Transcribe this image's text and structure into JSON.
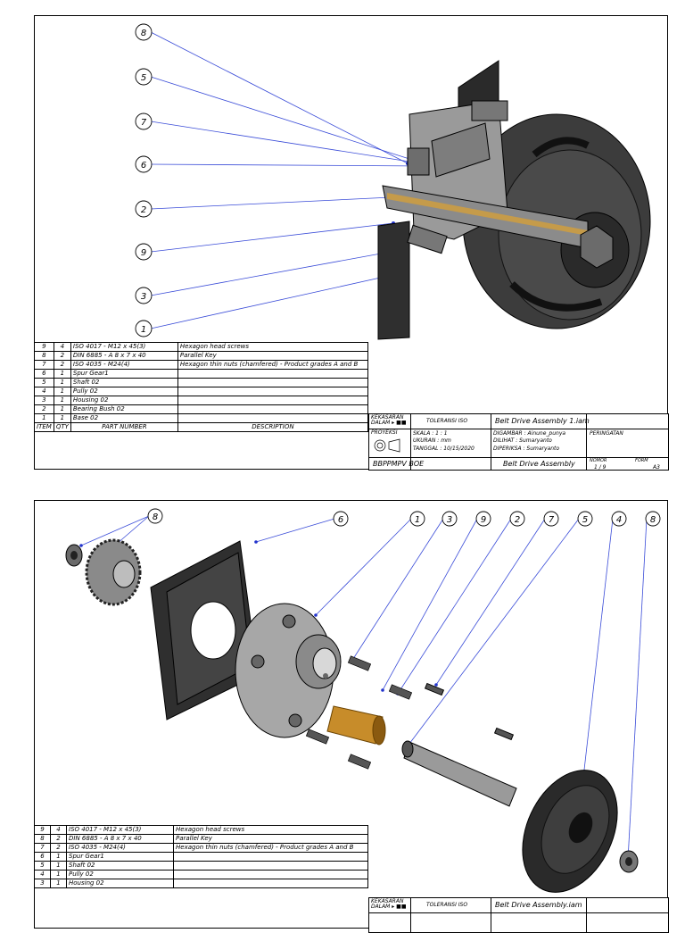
{
  "sheet1": {
    "balloons": [
      "8",
      "5",
      "7",
      "6",
      "2",
      "9",
      "3",
      "1"
    ],
    "bom": {
      "rows": [
        {
          "item": "9",
          "qty": "4",
          "part": "ISO 4017 - M12 x 45(3)",
          "desc": "Hexagon head screws"
        },
        {
          "item": "8",
          "qty": "2",
          "part": "DIN 6885 - A 8 x 7 x 40",
          "desc": "Parallel Key"
        },
        {
          "item": "7",
          "qty": "2",
          "part": "ISO 4035 - M24(4)",
          "desc": "Hexagon thin nuts (chamfered) - Product grades A and B"
        },
        {
          "item": "6",
          "qty": "1",
          "part": "Spur Gear1",
          "desc": ""
        },
        {
          "item": "5",
          "qty": "1",
          "part": "Shaft 02",
          "desc": ""
        },
        {
          "item": "4",
          "qty": "1",
          "part": "Pully 02",
          "desc": ""
        },
        {
          "item": "3",
          "qty": "1",
          "part": "Housing 02",
          "desc": ""
        },
        {
          "item": "2",
          "qty": "1",
          "part": "Bearing Bush 02",
          "desc": ""
        },
        {
          "item": "1",
          "qty": "1",
          "part": "Base 02",
          "desc": ""
        }
      ],
      "header": {
        "item": "ITEM",
        "qty": "QTY",
        "part": "PART NUMBER",
        "desc": "DESCRIPTION"
      }
    },
    "title_block": {
      "kekasaran": "KEKASARAN DALAM ▸ ■■",
      "toleransi": "TOLERANSI ISO",
      "file": "Belt Drive Assembly 1.iam",
      "proyeksi": "PROYEKSI",
      "skala": "SKALA : 1 : 1",
      "ukuran": "UKURAN : mm",
      "tanggal": "TANGGAL : 10/15/2020",
      "digambar": "DIGAMBAR : Ainune_punya",
      "dilihat": "DILIHAT : Sumaryanto",
      "diperiksa": "DIPERIKSA : Sumaryanto",
      "peringatan": "PERINGATAN",
      "org": "BBPPMPV BOE",
      "title": "Belt Drive Assembly",
      "nomor_label": "NOMOR",
      "nomor": "1 / 9",
      "form_label": "FORM",
      "form": "A3"
    }
  },
  "sheet2": {
    "balloons": [
      "8",
      "6",
      "1",
      "3",
      "9",
      "2",
      "7",
      "5",
      "4",
      "8"
    ],
    "bom": {
      "rows": [
        {
          "item": "9",
          "qty": "4",
          "part": "ISO 4017 - M12 x 45(3)",
          "desc": "Hexagon head screws"
        },
        {
          "item": "8",
          "qty": "2",
          "part": "DIN 6885 - A 8 x 7 x 40",
          "desc": "Parallel Key"
        },
        {
          "item": "7",
          "qty": "2",
          "part": "ISO 4035 - M24(4)",
          "desc": "Hexagon thin nuts (chamfered) - Product grades A and B"
        },
        {
          "item": "6",
          "qty": "1",
          "part": "Spur Gear1",
          "desc": ""
        },
        {
          "item": "5",
          "qty": "1",
          "part": "Shaft 02",
          "desc": ""
        },
        {
          "item": "4",
          "qty": "1",
          "part": "Pully 02",
          "desc": ""
        },
        {
          "item": "3",
          "qty": "1",
          "part": "Housing 02",
          "desc": ""
        }
      ]
    },
    "title_block": {
      "kekasaran": "KEKASARAN DALAM ▸ ■■",
      "toleransi": "TOLERANSI ISO",
      "file": "Belt Drive Assembly.iam"
    }
  }
}
